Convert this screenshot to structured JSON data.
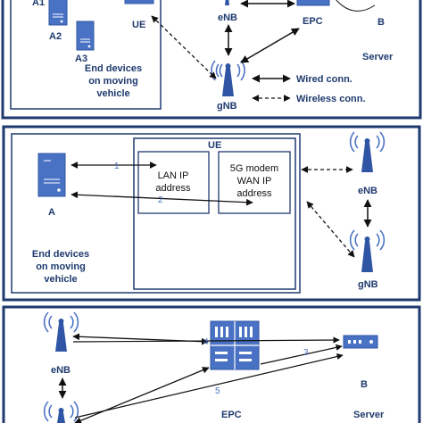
{
  "panel1": {
    "device_a1": "A1",
    "device_a2": "A2",
    "device_a3": "A3",
    "ue": "UE",
    "enb": "eNB",
    "epc": "EPC",
    "b": "B",
    "server": "Server",
    "gnb": "gNB",
    "end_devices": [
      "End devices",
      "on moving",
      "vehicle"
    ],
    "legend": {
      "wired": "Wired conn.",
      "wireless": "Wireless conn."
    }
  },
  "panel2": {
    "ue": "UE",
    "lan_box": [
      "LAN IP",
      "address"
    ],
    "wan_box": [
      "5G modem",
      "WAN IP",
      "address"
    ],
    "device_a": "A",
    "end_devices": [
      "End devices",
      "on moving",
      "vehicle"
    ],
    "enb": "eNB",
    "gnb": "gNB",
    "arrow_1": "1",
    "arrow_2": "2"
  },
  "panel3": {
    "enb": "eNB",
    "epc": "EPC",
    "b": "B",
    "server": "Server",
    "arrow_3": "3",
    "arrow_4": "4",
    "arrow_5": "5"
  },
  "colors": {
    "frame": "#1f3a6e",
    "device": "#4a72c4",
    "device_dark": "#2f55a4",
    "arrow": "#111111"
  }
}
